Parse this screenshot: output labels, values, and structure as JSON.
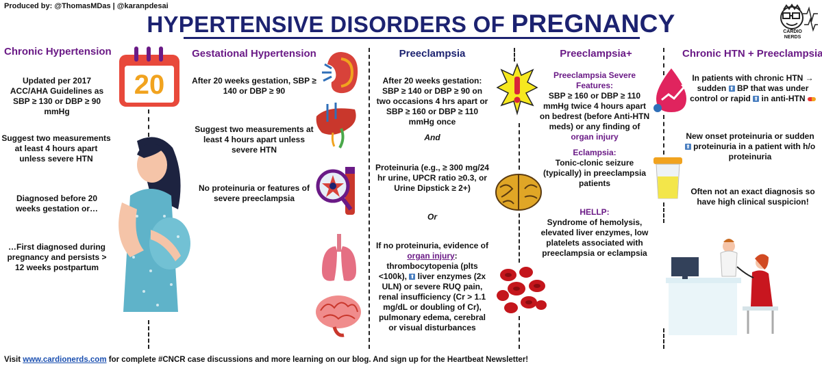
{
  "credits": "Produced by: @ThomasMDas  | @karanpdesai",
  "title": {
    "part1": "HYPERTENSIVE DISORDERS OF",
    "part2": "PREGNANCY"
  },
  "logo_text": "CARDIO NERDS",
  "calendar_day": "20",
  "columns": {
    "chronic": {
      "heading": "Chronic Hypertension",
      "p1": "Updated per 2017 ACC/AHA Guidelines as SBP ≥ 130 or DBP ≥ 90 mmHg",
      "p2": "Suggest two measurements at least 4 hours apart unless severe HTN",
      "p3": "Diagnosed before 20 weeks gestation or…",
      "p4": "…First diagnosed during pregnancy and persists > 12 weeks postpartum"
    },
    "gestational": {
      "heading": "Gestational Hypertension",
      "p1": "After 20 weeks gestation, SBP ≥ 140 or DBP ≥ 90",
      "p2": "Suggest two measurements at least 4 hours apart unless severe HTN",
      "p3": "No proteinuria or features of severe preeclampsia"
    },
    "preeclampsia": {
      "heading": "Preeclampsia",
      "p1": "After 20 weeks gestation: SBP ≥ 140 or DBP ≥ 90 on two occasions 4 hrs apart or SBP ≥ 160 or DBP ≥ 110 mmHg once",
      "and": "And",
      "p2": "Proteinuria (e.g., ≥ 300 mg/24 hr urine, UPCR ratio ≥0.3, or Urine Dipstick ≥ 2+)",
      "or": "Or",
      "p3_lead": "If no proteinuria, evidence of",
      "p3_organ": "organ injury",
      "p3_a": ": thrombocytopenia (plts <100k),",
      "p3_b": "liver enzymes (2x ULN) or severe RUQ pain, renal insufficiency (Cr > 1.1 mg/dL or doubling of Cr), pulmonary edema, cerebral or visual disturbances"
    },
    "preeclampsia_plus": {
      "heading": "Preeclampsia+",
      "severe_title": "Preeclampsia Severe Features:",
      "severe_body": "SBP ≥ 160 or DBP ≥ 110 mmHg twice 4 hours apart on bedrest (before Anti-HTN meds) or any finding of",
      "severe_organ": "organ injury",
      "eclampsia_title": "Eclampsia:",
      "eclampsia_body": "Tonic-clonic seizure (typically) in preeclampsia patients",
      "hellp_title": "HELLP:",
      "hellp_body": "Syndrome of hemolysis, elevated liver enzymes, low platelets associated with preeclampsia or eclampsia"
    },
    "chronic_plus": {
      "heading": "Chronic HTN + Preeclampsia",
      "p1_a": "In patients with chronic HTN → sudden",
      "p1_b": "BP that was under control or rapid",
      "p1_c": "in anti-HTN",
      "p2_a": "New onset proteinuria or sudden",
      "p2_b": "proteinuria in a patient with h/o proteinuria",
      "p3": "Often not an exact diagnosis so have high clinical suspicion!"
    }
  },
  "arrow_glyph": "⬆",
  "footer": {
    "lead": "Visit",
    "link": "www.cardionerds.com",
    "rest": "for complete #CNCR case discussions and more learning on our blog. And sign up for the Heartbeat Newsletter!"
  },
  "colors": {
    "title": "#1c2270",
    "heading": "#6a1a86",
    "link": "#1a4fb0",
    "calendar": "#e8493b"
  }
}
